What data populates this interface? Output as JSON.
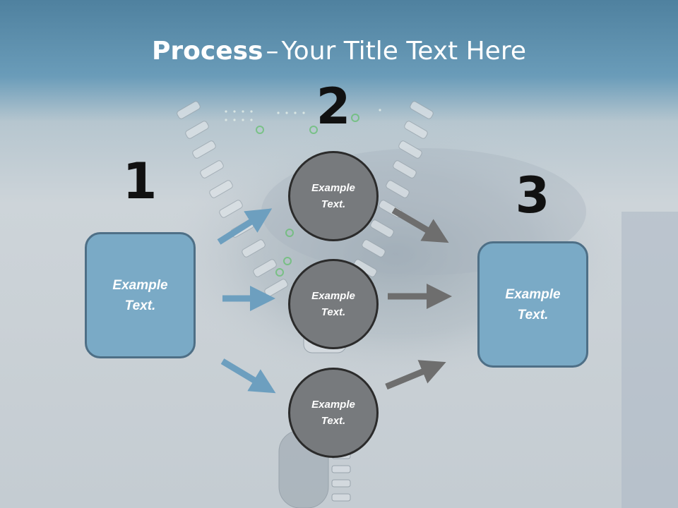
{
  "title": {
    "bold": "Process",
    "separator": "–",
    "rest": "Your Title Text Here"
  },
  "steps": [
    {
      "number": "1",
      "text": "Example\nText."
    },
    {
      "number": "2",
      "text": ""
    },
    {
      "number": "3",
      "text": "Example\nText."
    }
  ],
  "circles": [
    {
      "text": "Example\nText."
    },
    {
      "text": "Example\nText."
    },
    {
      "text": "Example\nText."
    }
  ],
  "colors": {
    "box_fill": "#7aaac6",
    "box_border": "#4e6f86",
    "circle_fill": "#777a7d",
    "left_arrow": "#6d9fbf",
    "right_arrow": "#6e6e6e"
  },
  "icons": [
    "zipper-background",
    "arrow-right-icon"
  ]
}
